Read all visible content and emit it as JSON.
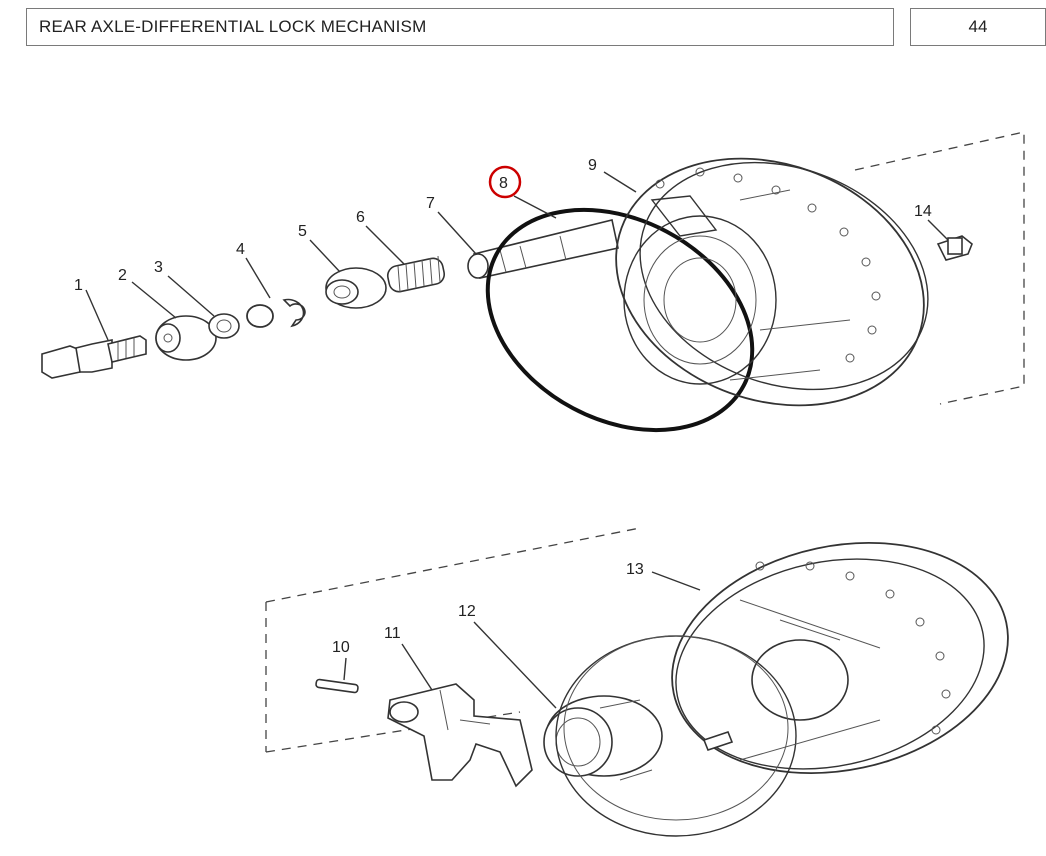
{
  "header": {
    "title": "REAR AXLE-DIFFERENTIAL LOCK MECHANISM",
    "page_number": "44"
  },
  "callouts": {
    "c1": "1",
    "c2": "2",
    "c3": "3",
    "c4": "4",
    "c5": "5",
    "c6": "6",
    "c7": "7",
    "c8": "8",
    "c9": "9",
    "c10": "10",
    "c11": "11",
    "c12": "12",
    "c13": "13",
    "c14": "14"
  },
  "highlight": {
    "callout": "8",
    "color": "#cc0000"
  }
}
